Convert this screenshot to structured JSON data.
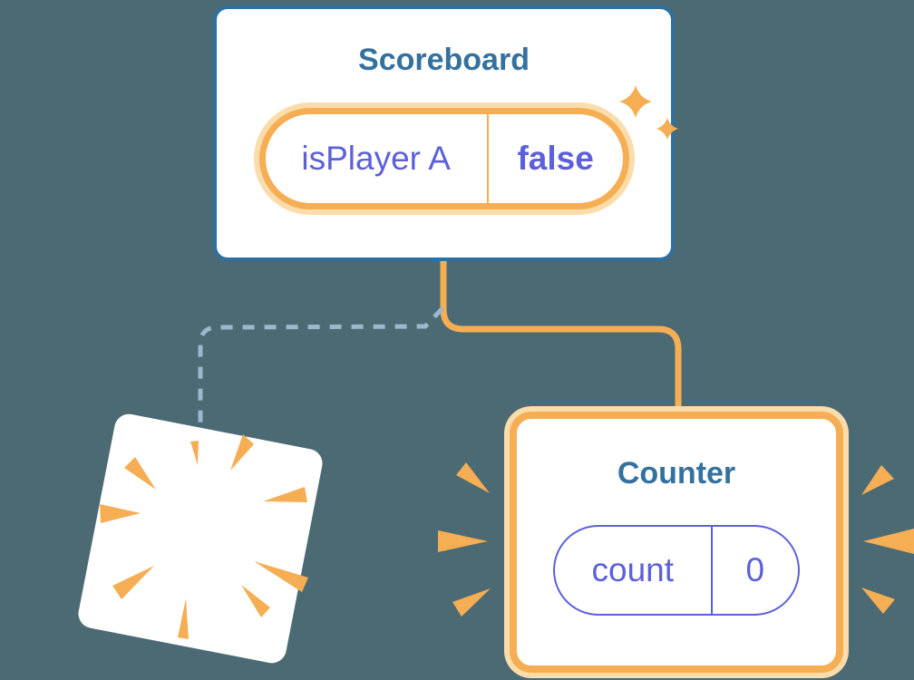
{
  "diagram_kind": "react-component-state-diagram",
  "scoreboard": {
    "title": "Scoreboard",
    "state": {
      "name": "isPlayer A",
      "value": "false"
    }
  },
  "counter": {
    "title": "Counter",
    "state": {
      "name": "count",
      "value": "0"
    }
  },
  "icons": [
    "sparkle-icon-large",
    "sparkle-icon-small",
    "explosion-burst-icon",
    "emphasis-burst-left-icon",
    "emphasis-burst-right-icon"
  ],
  "colors": {
    "background": "#4C6A74",
    "card_white": "#FFFFFF",
    "card_border_blue": "#2E709F",
    "title_blue": "#35719E",
    "orange": "#F5AE53",
    "orange_light": "#FBDCAB",
    "purple": "#5C61D9",
    "dashed_line": "#9CB8CC"
  }
}
